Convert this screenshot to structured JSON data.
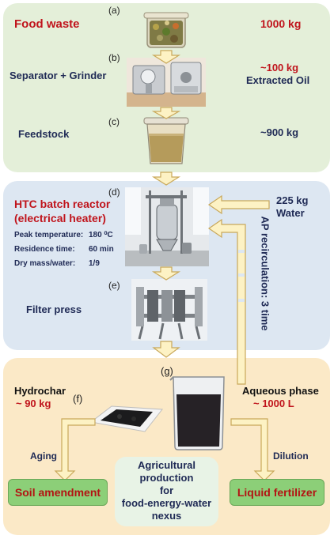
{
  "panel1": {
    "food_waste": "Food waste",
    "food_waste_amount": "1000 kg",
    "label_a": "(a)",
    "separator": "Separator + Grinder",
    "label_b": "(b)",
    "oil_amount": "~100 kg",
    "oil_label": "Extracted Oil",
    "feedstock": "Feedstock",
    "label_c": "(c)",
    "feedstock_amount": "~900 kg"
  },
  "panel2": {
    "label_d": "(d)",
    "reactor_line1": "HTC batch reactor",
    "reactor_line2": "(electrical heater)",
    "peak_label": "Peak temperature:",
    "peak_value": "180 ⁰C",
    "residence_label": "Residence time:",
    "residence_value": "60 min",
    "dry_label": "Dry mass/water:",
    "dry_value": "1/9",
    "water_amount": "225 kg",
    "water_label": "Water",
    "label_e": "(e)",
    "filter_press": "Filter press",
    "recirculation": "AP recirculation: 3 time"
  },
  "panel3": {
    "label_g": "(g)",
    "label_f": "(f)",
    "hydrochar": "Hydrochar",
    "hydrochar_amount": "~ 90 kg",
    "aqueous": "Aqueous phase",
    "aqueous_amount": "~ 1000 L",
    "aging": "Aging",
    "dilution": "Dilution",
    "soil": "Soil amendment",
    "liquid": "Liquid fertilizer",
    "center_line1": "Agricultural",
    "center_line2": "production",
    "center_line3": "for",
    "center_line4": "food-energy-water",
    "center_line5": "nexus"
  },
  "colors": {
    "panel1_bg": "#e4efd9",
    "panel2_bg": "#dde7f2",
    "panel3_bg": "#fbe9c7",
    "arrow_fill": "#fdf2c4",
    "arrow_stroke": "#c9a85a",
    "title_red": "#c0141c",
    "label_navy": "#1f2a55",
    "box_green": "#8ccf78"
  }
}
